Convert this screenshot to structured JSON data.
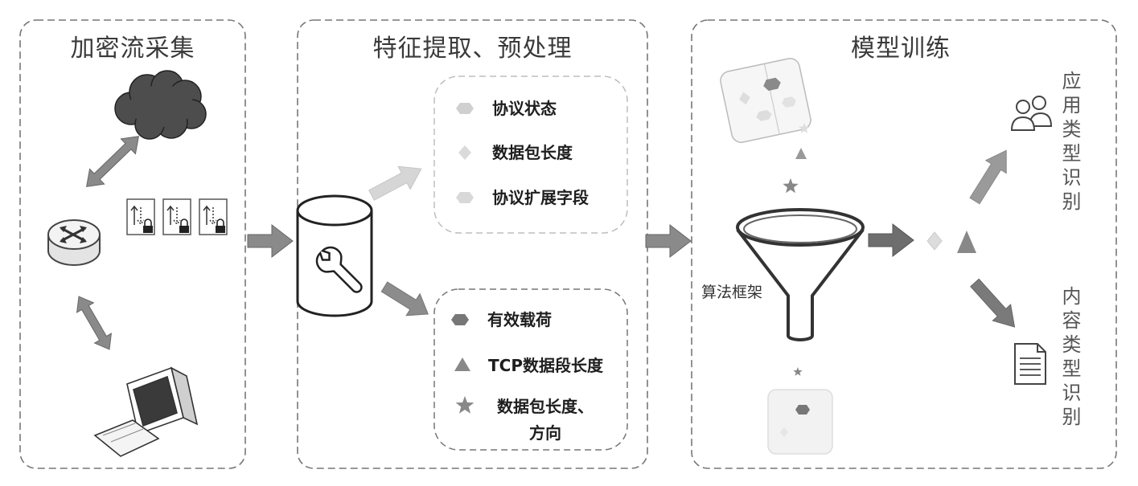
{
  "panels": {
    "capture": {
      "title": "加密流采集"
    },
    "feature": {
      "title": "特征提取、预处理"
    },
    "training": {
      "title": "模型训练"
    }
  },
  "feature_groups": {
    "weak": [
      {
        "label": "协议状态",
        "icon": "hexagon-icon"
      },
      {
        "label": "数据包长度",
        "icon": "diamond-icon"
      },
      {
        "label": "协议扩展字段",
        "icon": "hexagon-icon"
      }
    ],
    "strong": [
      {
        "label": "有效载荷",
        "icon": "hexagon-icon"
      },
      {
        "label": "TCP数据段长度",
        "icon": "triangle-icon"
      },
      {
        "label": "数据包长度、方向",
        "icon": "star-icon"
      }
    ]
  },
  "training": {
    "algorithm_label": "算法框架"
  },
  "outputs": {
    "application": "应用类型识别",
    "content": "内容类型识别"
  },
  "icons": [
    "cloud-icon",
    "router-icon",
    "encrypted-flow-icon",
    "computer-icon",
    "database-wrench-icon",
    "funnel-icon",
    "users-icon",
    "document-icon"
  ],
  "colors": {
    "panel_border": "#777777",
    "arrow": "#888888",
    "light_feature": "#d0d0d0",
    "dark_feature": "#888888"
  }
}
